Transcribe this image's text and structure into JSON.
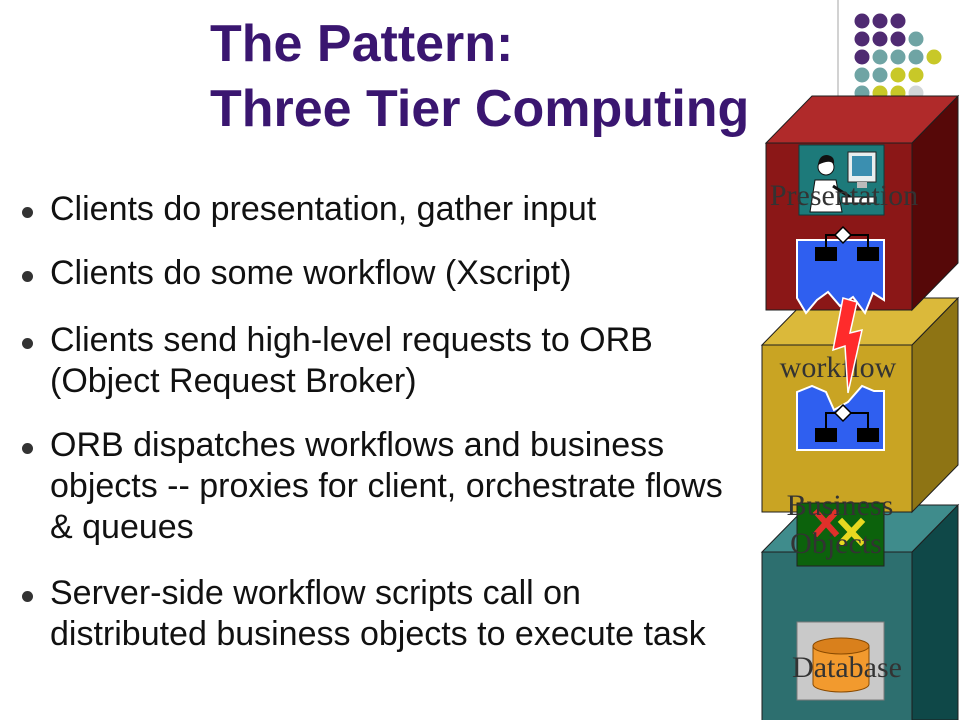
{
  "slide": {
    "title_lines": [
      "The Pattern:",
      "Three Tier Computing"
    ],
    "bullets": [
      {
        "lines": [
          "Clients do presentation, gather input"
        ]
      },
      {
        "lines": [
          "Clients do some workflow (Xscript)"
        ]
      },
      {
        "lines": [
          "Clients send high-level requests to ORB",
          "(Object Request Broker)"
        ]
      },
      {
        "lines": [
          "ORB dispatches workflows and business",
          "objects -- proxies for client, orchestrate flows",
          "& queues"
        ]
      },
      {
        "lines": [
          "Server-side workflow scripts call on",
          "distributed business objects to execute task"
        ]
      }
    ]
  },
  "diagram": {
    "labels": {
      "presentation": "Presentation",
      "workflow": "workflow",
      "business_objects": [
        "Business",
        "Objects"
      ],
      "database": "Database"
    },
    "icons": {
      "presentation": [
        "person-at-computer-icon",
        "workflow-chart-icon"
      ],
      "connector": "lightning-bolt-icon",
      "workflow": [
        "workflow-chart-icon"
      ],
      "business_objects": "business-objects-icon",
      "database": "database-cylinder-icon"
    }
  },
  "colors": {
    "title": "#3a1670",
    "bullet_text": "#111111",
    "bullet_dot": "#333333",
    "diagram_label": "#333333",
    "presentation_front": "#8b1717",
    "presentation_top": "#b02a2a",
    "presentation_side": "#560808",
    "workflow_front": "#c9a423",
    "workflow_top": "#dbb93a",
    "workflow_side": "#8e7414",
    "database_front": "#2d6f6f",
    "database_top": "#3f8c8c",
    "database_side": "#0f4848",
    "workflow_icon": "#2f5ff0",
    "lightning": "#ff2b2b",
    "business_box": "#0c620c",
    "database_panel": "#c9c9c9",
    "database_cylinder": "#f29a2e",
    "database_cylinder_top": "#d9801c",
    "divider_line": "#a6a6a6"
  },
  "decor": {
    "dot_colors": {
      "purple": "#4f2a72",
      "teal": "#6fa4a4",
      "yellow": "#c8c828",
      "gray": "#d2d6d8"
    },
    "dot_rows": [
      [
        "purple",
        "purple",
        "purple"
      ],
      [
        "purple",
        "purple",
        "purple",
        "teal"
      ],
      [
        "purple",
        "teal",
        "teal",
        "teal",
        "yellow"
      ],
      [
        "teal",
        "teal",
        "yellow",
        "yellow"
      ],
      [
        "teal",
        "yellow",
        "yellow",
        "gray"
      ]
    ]
  }
}
